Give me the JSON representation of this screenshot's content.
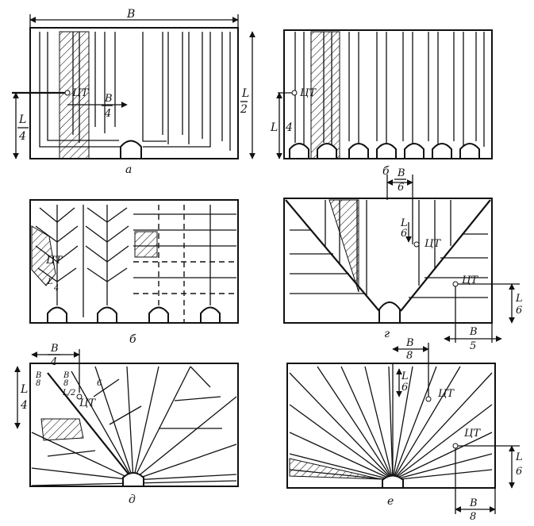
{
  "panels": {
    "a": {
      "caption": "а",
      "width_label": "B",
      "ct_label": "ЦТ",
      "frac_B_num": "B",
      "frac_B_den": "4",
      "frac_L_num": "L",
      "frac_L_den": "4",
      "height_label": "L",
      "height_den": "2"
    },
    "b1": {
      "caption": "б",
      "ct_label": "ЦТ",
      "frac_L_num": "L",
      "frac_L_den": "4"
    },
    "b2": {
      "caption": "б",
      "ct_label": "ЦТ",
      "frac_L_num": "L",
      "frac_L_den": "4"
    },
    "g": {
      "caption": "г",
      "ct_label_top": "ЦТ",
      "ct_label_right": "ЦТ",
      "frac_B_top_num": "B",
      "frac_B_top_den": "6",
      "frac_L_top_num": "L",
      "frac_L_top_den": "6",
      "frac_L_right_num": "L",
      "frac_L_right_den": "6",
      "frac_B_bottom_num": "B",
      "frac_B_bottom_den": "5"
    },
    "d": {
      "caption": "д",
      "ct_label": "ЦТ",
      "frac_B_num": "B",
      "frac_B_den": "4",
      "small_B1": "B",
      "small_B2": "B",
      "small_den1": "8",
      "small_den2": "8",
      "frac_L_num": "L",
      "frac_L_den": "4",
      "small_six": "6",
      "small_lb": "L/2"
    },
    "e": {
      "caption": "е",
      "ct_label_top": "ЦТ",
      "ct_label_right": "ЦТ",
      "frac_B_top_num": "B",
      "frac_B_top_den": "8",
      "frac_L_top_num": "L",
      "frac_L_top_den": "6",
      "frac_L_right_num": "L",
      "frac_L_right_den": "6",
      "frac_B_bottom_num": "B",
      "frac_B_bottom_den": "8"
    }
  }
}
